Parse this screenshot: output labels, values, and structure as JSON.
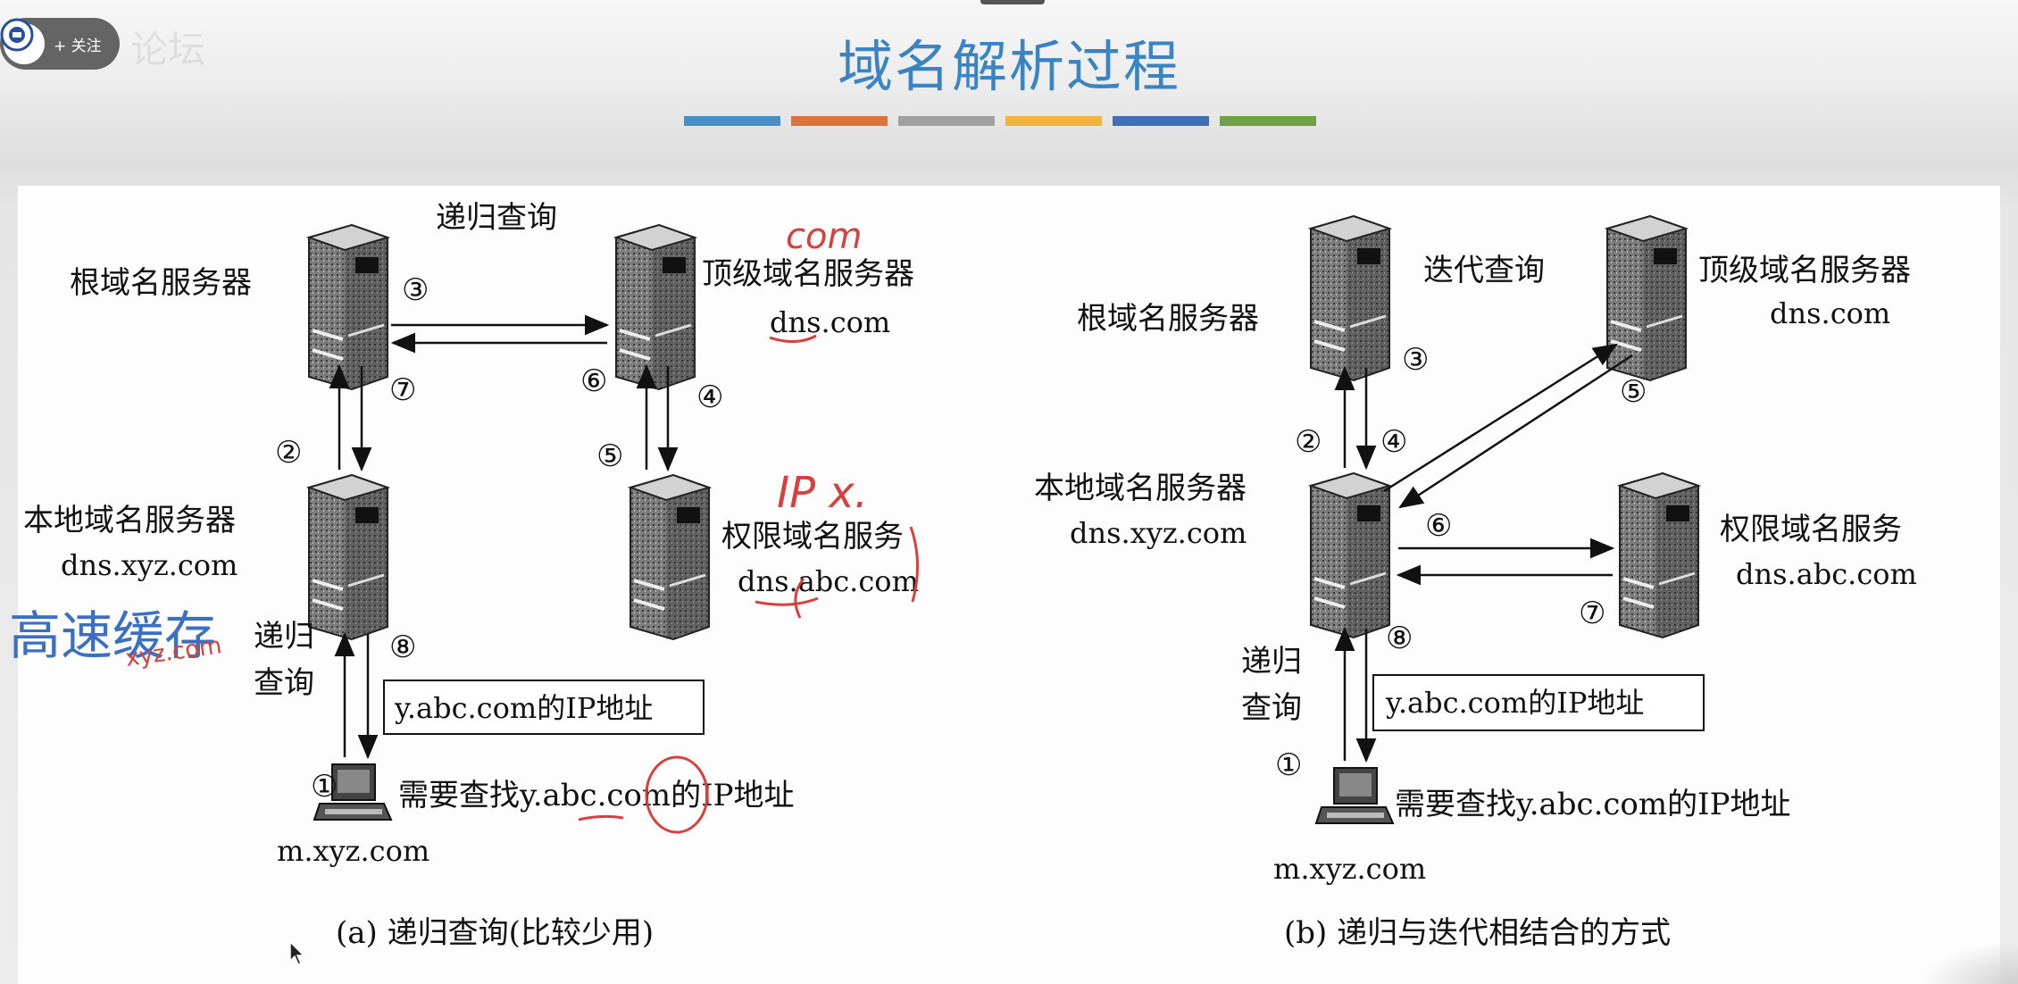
{
  "slide": {
    "title": "域名解析过程",
    "color_bars": [
      "#4a8ec8",
      "#d9753a",
      "#a0a0a0",
      "#f0b43a",
      "#3f6fb6",
      "#6fa043"
    ]
  },
  "overlay": {
    "follow_button": "+ 关注",
    "watermark_text": "论坛"
  },
  "diagram_a": {
    "caption": "(a) 递归查询(比较少用)",
    "query_label": "递归查询",
    "root_server": "根域名服务器",
    "tld_server": "顶级域名服务器",
    "tld_domain": "dns.com",
    "local_server": "本地域名服务器",
    "local_domain": "dns.xyz.com",
    "auth_server": "权限域名服务",
    "auth_domain": "dns.abc.com",
    "host_query_l1": "递归",
    "host_query_l2": "查询",
    "answer_box": "y.abc.com的IP地址",
    "host_text": "需要查找y.abc.com的IP地址",
    "host_name": "m.xyz.com",
    "steps": [
      "①",
      "②",
      "③",
      "④",
      "⑤",
      "⑥",
      "⑦",
      "⑧"
    ]
  },
  "diagram_b": {
    "caption": "(b) 递归与迭代相结合的方式",
    "query_label": "迭代查询",
    "root_server": "根域名服务器",
    "tld_server": "顶级域名服务器",
    "tld_domain": "dns.com",
    "local_server": "本地域名服务器",
    "local_domain": "dns.xyz.com",
    "auth_server": "权限域名服务",
    "auth_domain": "dns.abc.com",
    "host_query_l1": "递归",
    "host_query_l2": "查询",
    "answer_box": "y.abc.com的IP地址",
    "host_text": "需要查找y.abc.com的IP地址",
    "host_name": "m.xyz.com",
    "steps": [
      "①",
      "②",
      "③",
      "④",
      "⑤",
      "⑥",
      "⑦",
      "⑧"
    ]
  },
  "annotations": {
    "cache_note": "高速缓存",
    "cache_note_sub": "xyz.com",
    "tld_note": "com",
    "auth_note": "IP  x."
  }
}
